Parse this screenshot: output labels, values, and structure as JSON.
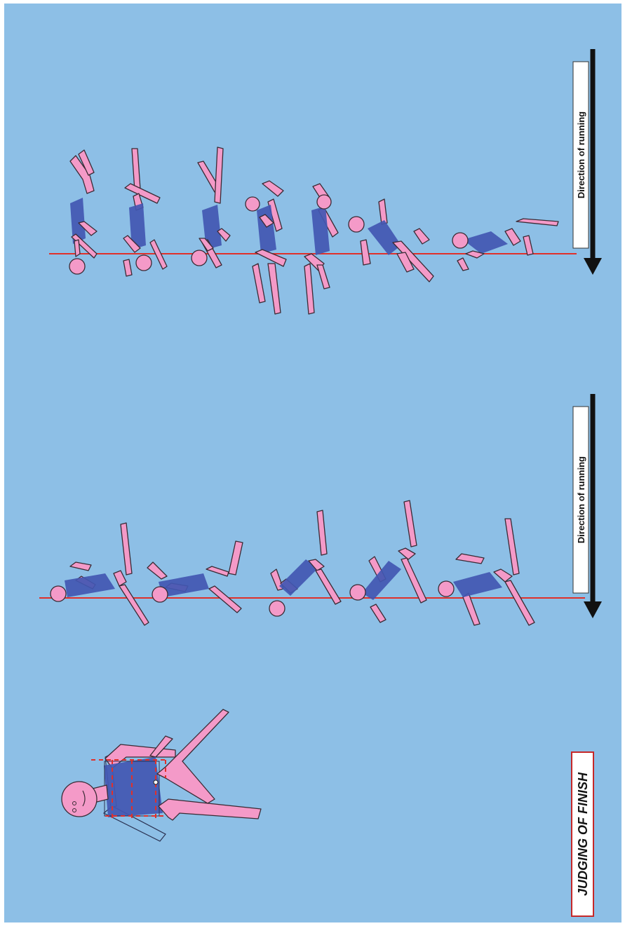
{
  "panel": {
    "background_color": "#8dbfe6",
    "finish_line_color": "#e0302a",
    "arrow_color": "#111111",
    "figure_skin_color": "#f49ac8",
    "figure_vest_color": "#4257b2"
  },
  "title": {
    "text": "JUDGING OF FINISH",
    "border_color": "#c62828"
  },
  "sequences": [
    {
      "direction_label": "Direction of running",
      "athlete_count": 5
    },
    {
      "direction_label": "Direction of running",
      "athlete_count": 7
    }
  ],
  "torso_diagram": {
    "description_icons": [
      "head",
      "shoulder",
      "torso-box",
      "arm",
      "leg"
    ]
  }
}
